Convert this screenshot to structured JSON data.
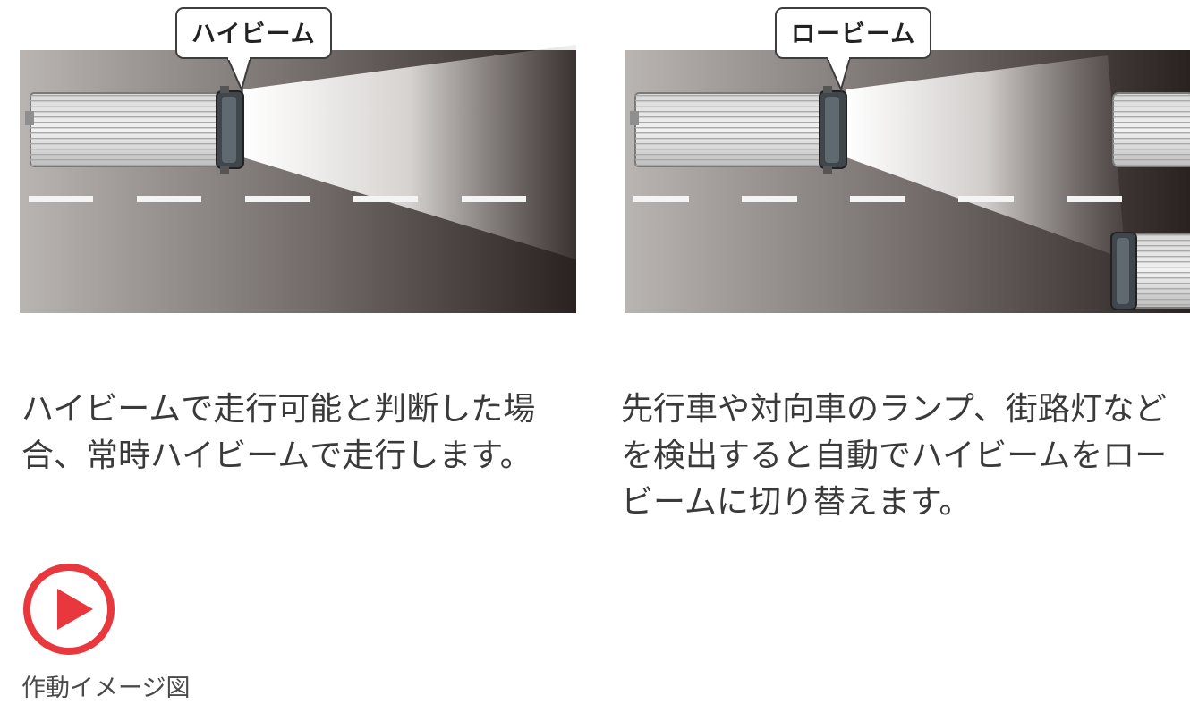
{
  "left_panel": {
    "bubble_label": "ハイビーム",
    "caption": "ハイビームで走行可能と判断した場合、常時ハイビームで走行します。"
  },
  "right_panel": {
    "bubble_label": "ロービーム",
    "caption": "先行車や対向車のランプ、街路灯などを検出すると自動でハイビームをロービームに切り替えます。"
  },
  "video": {
    "icon": "play-icon",
    "label": "作動イメージ図",
    "accent_color": "#e8383d"
  }
}
